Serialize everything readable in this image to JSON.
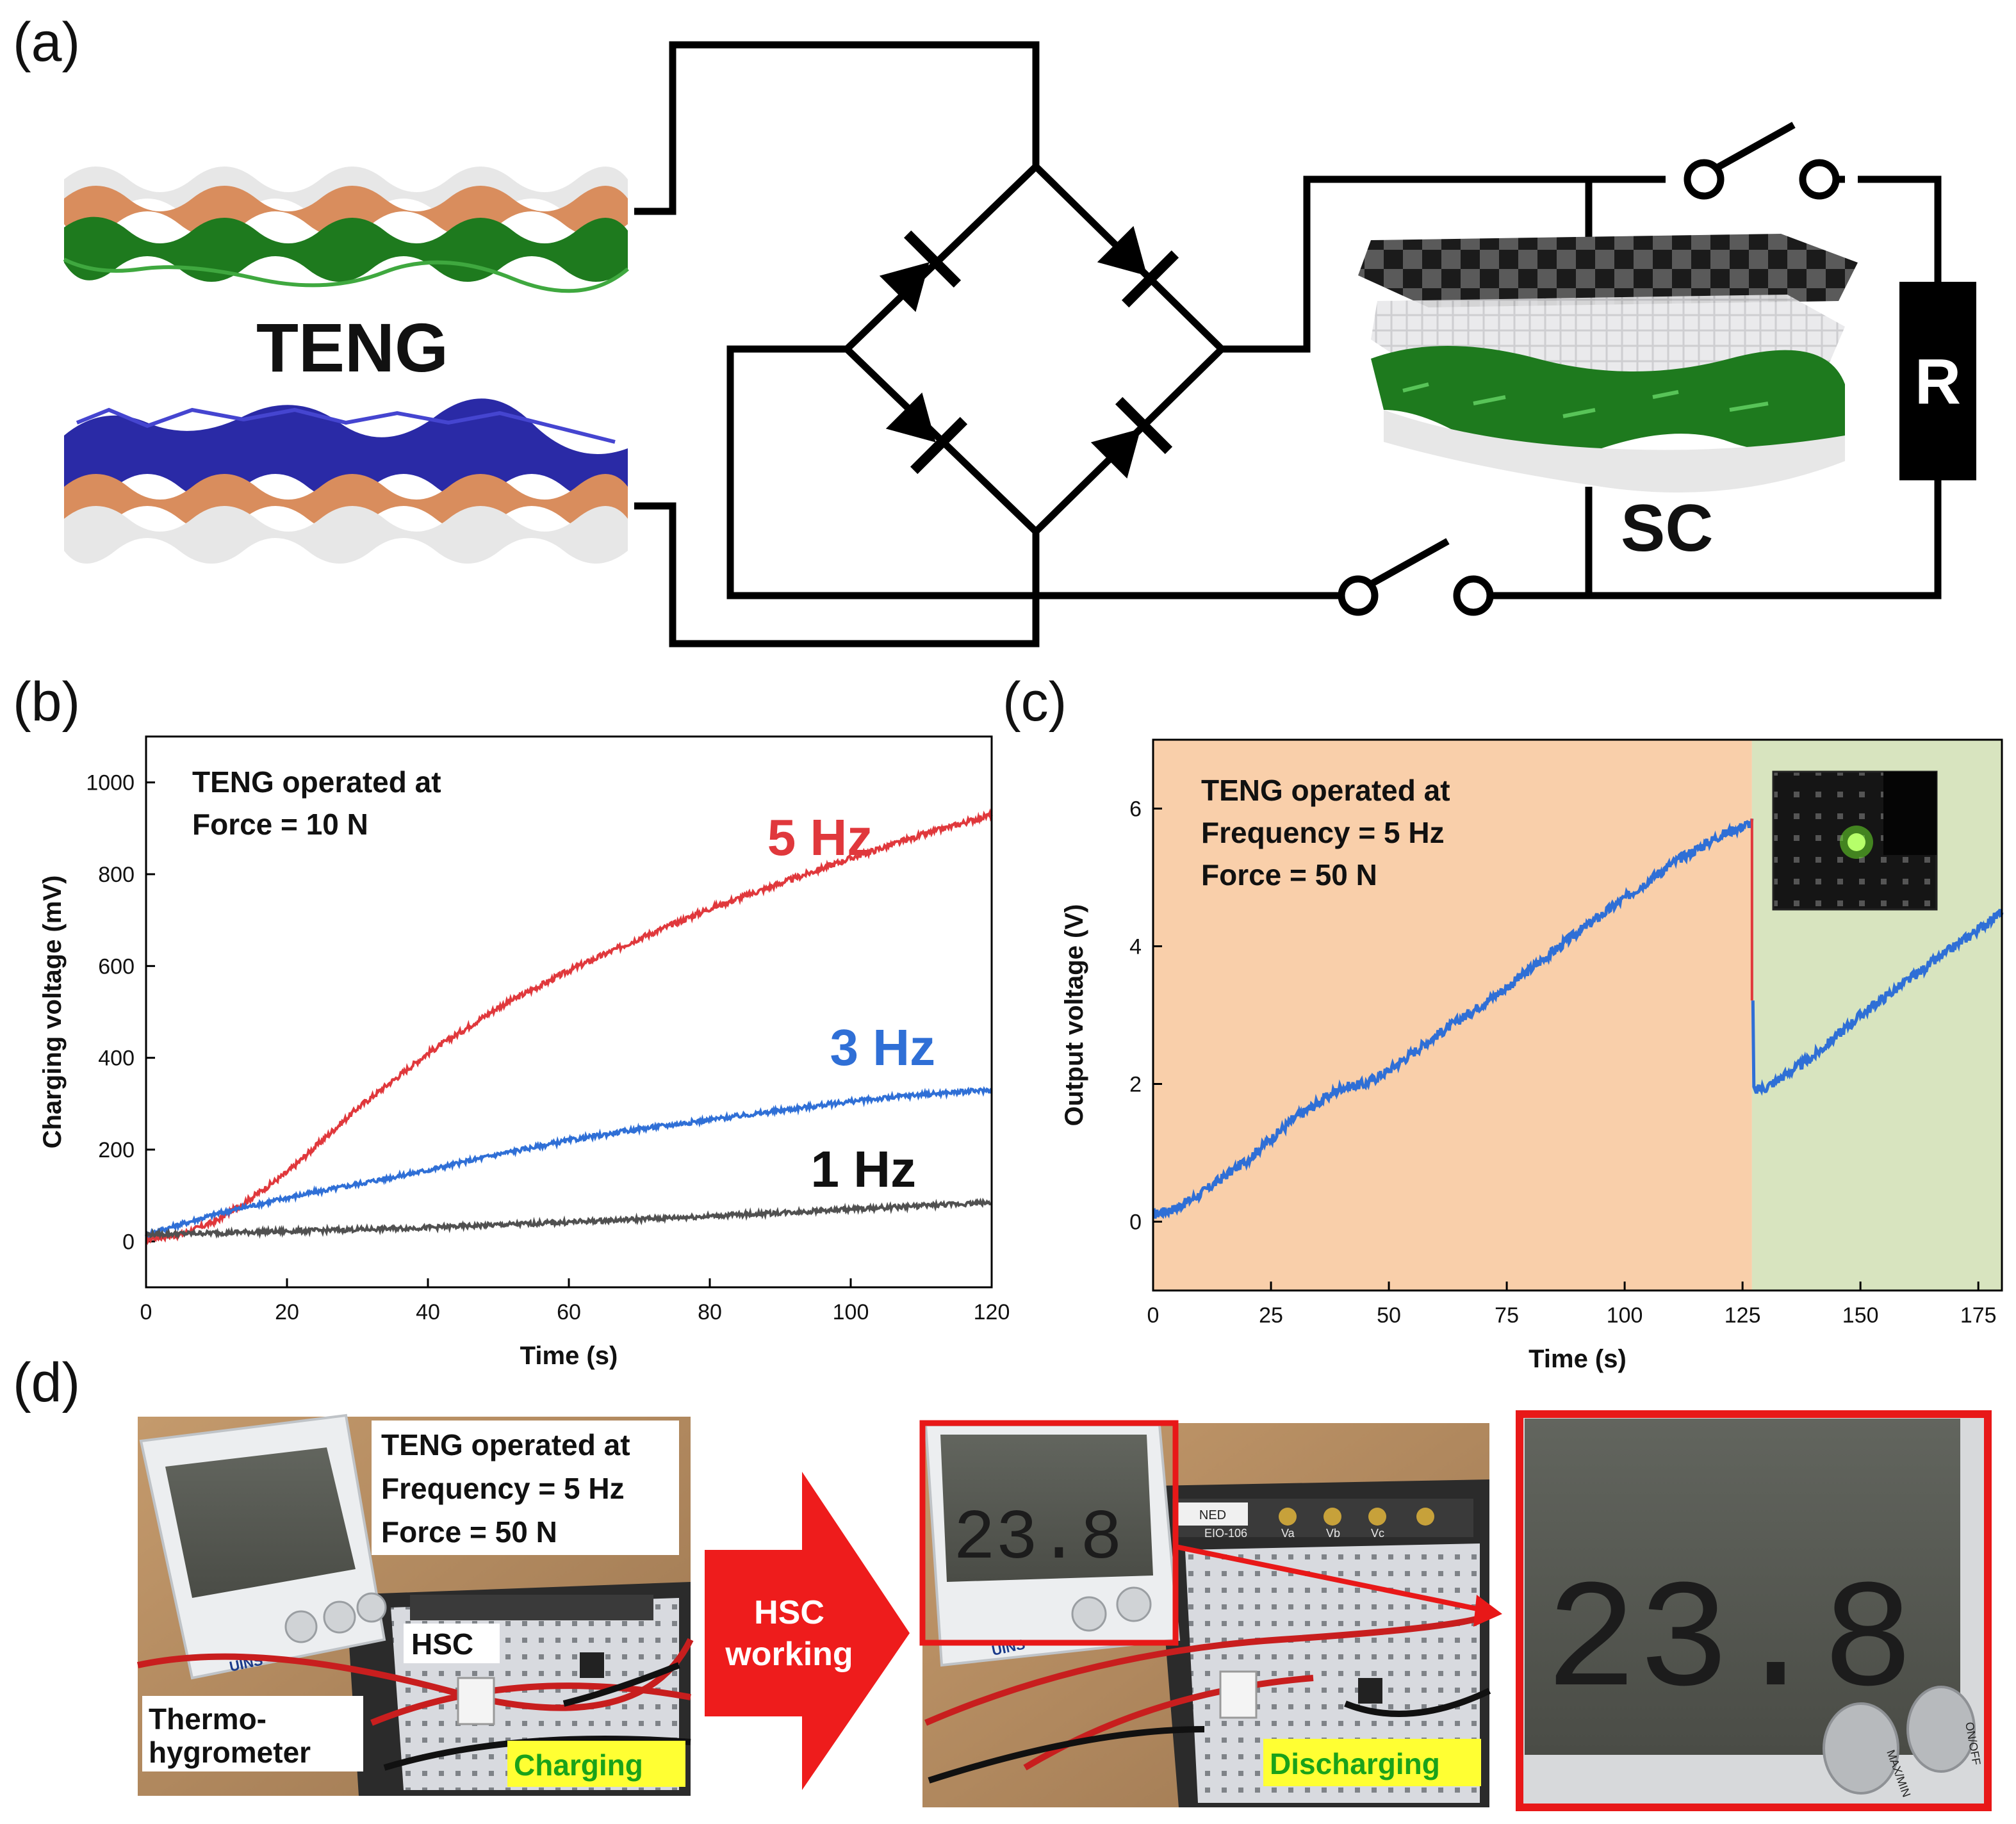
{
  "panels": {
    "a": "(a)",
    "b": "(b)",
    "c": "(c)",
    "d": "(d)"
  },
  "schematic": {
    "teng_label": "TENG",
    "sc_label": "SC",
    "resistor_label": "R"
  },
  "chart_data": [
    {
      "id": "b",
      "type": "line",
      "xlabel": "Time (s)",
      "ylabel": "Charging voltage (mV)",
      "xlim": [
        0,
        120
      ],
      "ylim": [
        -100,
        1100
      ],
      "xticks": [
        0,
        20,
        40,
        60,
        80,
        100,
        120
      ],
      "yticks": [
        0,
        200,
        400,
        600,
        800,
        1000
      ],
      "annotation": [
        "TENG operated at",
        "Force = 10 N"
      ],
      "series": [
        {
          "name": "5 Hz",
          "color": "#e0383c",
          "x": [
            0,
            5,
            10,
            15,
            20,
            25,
            30,
            40,
            50,
            60,
            70,
            80,
            90,
            100,
            110,
            120
          ],
          "values": [
            5,
            15,
            45,
            95,
            150,
            220,
            290,
            410,
            510,
            590,
            660,
            725,
            780,
            835,
            885,
            930
          ]
        },
        {
          "name": "3 Hz",
          "color": "#2f6fd6",
          "x": [
            0,
            10,
            20,
            30,
            40,
            50,
            60,
            70,
            80,
            90,
            100,
            110,
            120
          ],
          "values": [
            15,
            60,
            95,
            125,
            155,
            190,
            220,
            245,
            265,
            285,
            305,
            320,
            330
          ]
        },
        {
          "name": "1 Hz",
          "color": "#505050",
          "x": [
            0,
            20,
            40,
            60,
            80,
            100,
            120
          ],
          "values": [
            15,
            22,
            30,
            42,
            55,
            70,
            85
          ]
        }
      ]
    },
    {
      "id": "c",
      "type": "line",
      "xlabel": "Time (s)",
      "ylabel": "Output voltage (V)",
      "xlim": [
        0,
        180
      ],
      "ylim": [
        -1,
        7
      ],
      "xticks": [
        0,
        25,
        50,
        75,
        100,
        125,
        150,
        175
      ],
      "yticks": [
        0,
        2,
        4,
        6
      ],
      "annotation": [
        "TENG operated at",
        "Frequency = 5 Hz",
        "Force = 50 N"
      ],
      "regions": [
        {
          "from": 0,
          "to": 127,
          "color": "#f9cfaa"
        },
        {
          "from": 127,
          "to": 180,
          "color": "#d8e4bf"
        }
      ],
      "series": [
        {
          "color": "#2f6fd6",
          "x": [
            0,
            5,
            10,
            20,
            30,
            40,
            45,
            50,
            60,
            75,
            90,
            100,
            110,
            120,
            127,
            127.3,
            130,
            140,
            150,
            160,
            170,
            180
          ],
          "values": [
            0.1,
            0.2,
            0.4,
            0.9,
            1.5,
            1.95,
            2.0,
            2.2,
            2.7,
            3.4,
            4.2,
            4.7,
            5.2,
            5.6,
            5.8,
            1.9,
            1.95,
            2.4,
            3.0,
            3.5,
            4.0,
            4.5
          ]
        }
      ],
      "drop_color": "#e0383c"
    }
  ],
  "photos": {
    "left_text": [
      "TENG operated at",
      "Frequency = 5 Hz",
      "Force = 50 N"
    ],
    "hsc": "HSC",
    "thermo": [
      "Thermo-",
      "hygrometer"
    ],
    "charging": "Charging",
    "arrow_text": [
      "HSC",
      "working"
    ],
    "discharging": "Discharging",
    "display_reading": "23.8",
    "brand": "UINS",
    "board_label": "NED",
    "board_model": "EIO-106",
    "board_terms": [
      "Va",
      "Vb",
      "Vc"
    ],
    "button_max_min": "MAX/MIN",
    "button_on_off": "ON/OFF"
  }
}
